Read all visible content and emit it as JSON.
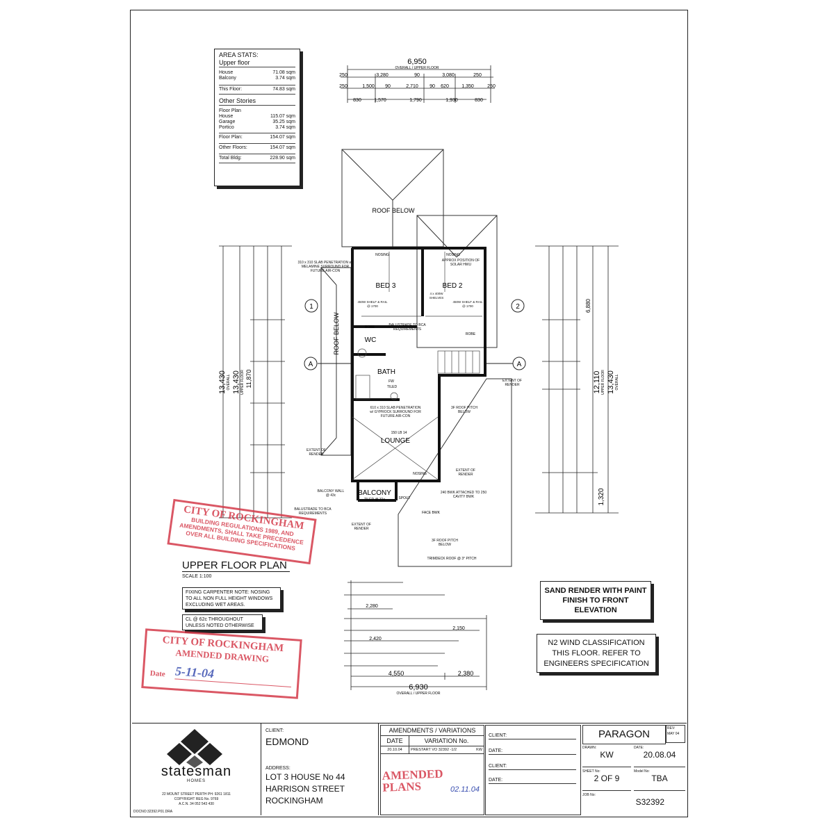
{
  "area_stats": {
    "title": "AREA STATS:",
    "upper_floor_heading": "Upper floor",
    "rows": [
      {
        "label": "House",
        "value": "71.08 sqm"
      },
      {
        "label": "Balcony",
        "value": "3.74 sqm"
      }
    ],
    "this_floor": {
      "label": "This Floor:",
      "value": "74.83 sqm"
    },
    "other_heading": "Other Stories",
    "floor_plan_heading": "Floor Plan",
    "other_rows": [
      {
        "label": "House",
        "value": "115.07 sqm"
      },
      {
        "label": "Garage",
        "value": "35.25 sqm"
      },
      {
        "label": "Portico",
        "value": "3.74 sqm"
      }
    ],
    "floor_plan_total": {
      "label": "Floor Plan:",
      "value": "154.07 sqm"
    },
    "other_floors": {
      "label": "Other Floors:",
      "value": "154.07 sqm"
    },
    "total_bldg": {
      "label": "Total Bldg:",
      "value": "228.90 sqm"
    }
  },
  "top_dims": {
    "overall": "6,950",
    "overall_label": "OVERALL / UPPER FLOOR",
    "row1": [
      "250",
      "3,280",
      "90",
      "3,080",
      "250"
    ],
    "row2": [
      "250",
      "1,500",
      "90",
      "2,710",
      "90",
      "620",
      "1,350",
      "250"
    ],
    "row3": [
      "830",
      "1,570",
      "1,790",
      "1,930",
      "830"
    ]
  },
  "rooms": {
    "roof_below_top": "ROOF BELOW",
    "roof_below_left": "ROOF BELOW",
    "bed3": "BED 3",
    "bed2": "BED 2",
    "wc": "WC",
    "bath": "BATH",
    "lounge": "LOUNGE",
    "balcony": "BALCONY",
    "balcony_sub": "TILED @ 31c",
    "robe1": "ROBE",
    "robe2": "ROBE",
    "nosing1": "NOSING",
    "nosing2": "NOSING",
    "nosing3": "NOSING",
    "bath_sub": "TILED",
    "slab_note1": "310 x 310 SLAB PENETRATION w/ MELAMINE SURROUND FOR FUTURE AIR-CON",
    "slab_note2": "610 x 310 SLAB PENETRATION w/ GYPROCK SURROUND FOR FUTURE AIR-CON",
    "solar_note": "APPROX POSITION OF SOLAR HWU",
    "balustrade": "BALUSTRADE TO BCA REQUIREMENTS",
    "render1": "EXTENT OF RENDER",
    "render2": "EXTENT OF RENDER",
    "render3": "EXTENT OF RENDER",
    "render4": "EXTENT OF RENDER",
    "pitch1": "3F ROOF PITCH BELOW",
    "pitch2": "3F ROOF PITCH BELOW",
    "trimdeck": "TRIMDECK ROOF @ 3° PITCH",
    "face_brk": "FACE BWK",
    "balcony_wall": "BALCONY WALL @ 43c",
    "balustrade2": "BALUSTRADE TO BCA REQUIREMENTS",
    "spout": "SPOUT",
    "brk_note": "240 BWK ATTACHED TO 250 CAVITY BWK",
    "shelf1": "450W SHELF & RAIL @ 1700",
    "shelf2": "450W SHELF & RAIL @ 1700",
    "shelves": "4 x 400W SHELVES",
    "lintel": "150 LB 14",
    "fw": "FW"
  },
  "left_dims": {
    "d1": "13,430",
    "d1_sub": "OVERALL",
    "d2": "13,430",
    "d2_sub": "UPPER FLOOR",
    "d3": "11,870"
  },
  "right_dims": {
    "d1": "12,110",
    "d1_sub": "UPPER FLOOR",
    "d2": "13,430",
    "d2_sub": "OVERALL",
    "d3": "6,880",
    "d4": "1,320"
  },
  "markers": {
    "a": "A",
    "one": "1",
    "two": "2"
  },
  "plan_title": "UPPER FLOOR PLAN",
  "scale": "SCALE 1:100",
  "notes": {
    "fixing": "FIXING CARPENTER NOTE: NOSING TO ALL NON FULL HEIGHT WINDOWS EXCLUDING WET AREAS.",
    "cl": "CL @ 62c THROUGHOUT UNLESS NOTED OTHERWISE",
    "sand_render": "SAND RENDER WITH PAINT FINISH TO FRONT ELEVATION",
    "wind": "N2 WIND CLASSIFICATION THIS FLOOR. REFER TO ENGINEERS SPECIFICATION"
  },
  "bottom_dims": {
    "overall": "6,930",
    "overall_label": "OVERALL / UPPER FLOOR",
    "split": [
      "4,550",
      "2,380"
    ],
    "balcony_row": "2,280",
    "bath_row": "2,420",
    "stairs": "2,150"
  },
  "stamps": {
    "city1_line1": "CITY OF ROCKINGHAM",
    "city1_line2": "BUILDING REGULATIONS 1989, AND AMENDMENTS, SHALL TAKE PRECEDENCE OVER ALL BUILDING SPECIFICATIONS",
    "city2_line1": "CITY OF ROCKINGHAM",
    "city2_line2": "AMENDED DRAWING",
    "city2_date_label": "Date",
    "city2_date": "5-11-04",
    "amended": "AMENDED PLANS",
    "amended_date": "02.11.04"
  },
  "title_block": {
    "company": "statesman",
    "company_sub": "HOMES",
    "company_addr": "22 MOUNT STREET PERTH PH: 9261 1811",
    "copyright": "COPYRIGHT   REG No. 9769",
    "acn": "A.C.N. 34 052 543 430",
    "docno": "DOCNO:32392.P01.DRA",
    "client_label": "CLIENT:",
    "client": "EDMOND",
    "address_label": "ADDRESS:",
    "address_lines": [
      "LOT 3 HOUSE No 44",
      "HARRISON STREET",
      "ROCKINGHAM"
    ],
    "amendments_title": "AMENDMENTS / VARIATIONS",
    "date_col": "DATE",
    "variation_col": "VARIATION No.",
    "var_date": "20.10.04",
    "var_text": "PRESTART VO 32392 -1/2",
    "var_initials": "KW",
    "client_sign_labels": [
      "CLIENT:",
      "DATE:",
      "CLIENT:",
      "DATE:"
    ],
    "design": "PARAGON",
    "rev_label": "REV:",
    "rev": "MAY 04",
    "drawn_label": "DRAWN:",
    "drawn": "KW",
    "date_label": "DATE:",
    "date": "20.08.04",
    "sheet_label": "SHEET No:",
    "sheet": "2 OF 9",
    "model_label": "Model No:",
    "model": "TBA",
    "job_label": "JOB No:",
    "job": "S32392"
  }
}
